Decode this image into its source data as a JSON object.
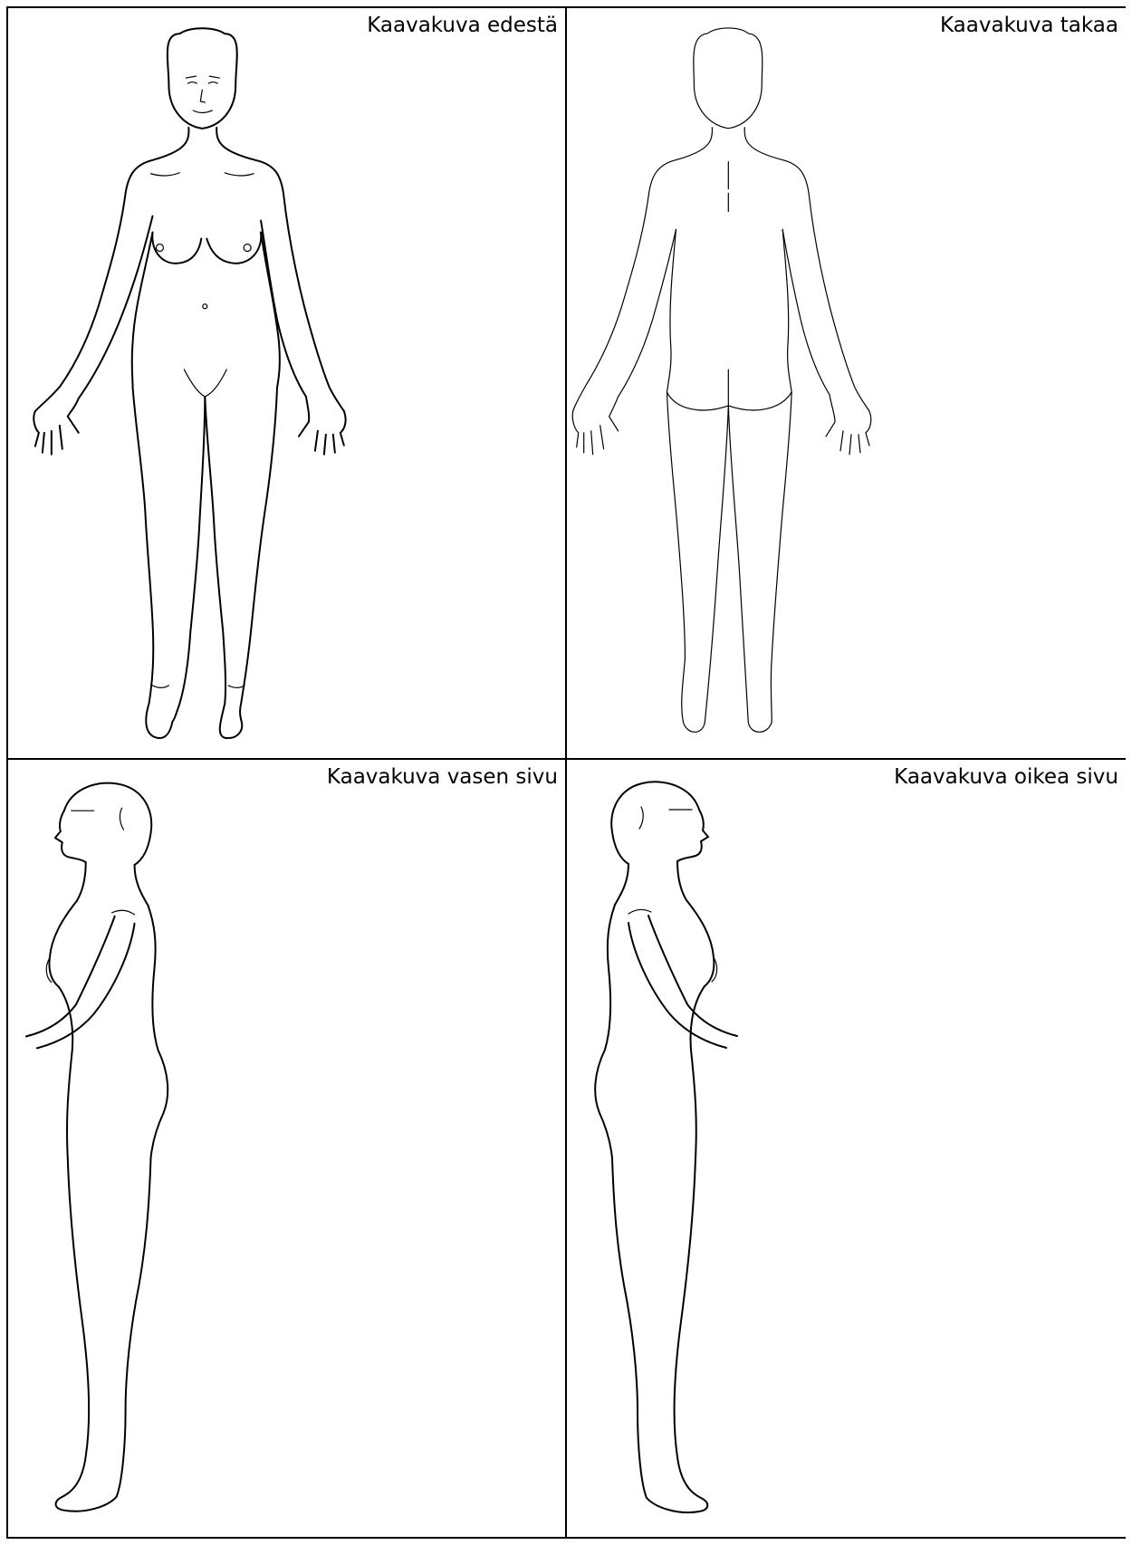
{
  "panels": {
    "front": {
      "label": "Kaavakuva edestä"
    },
    "back": {
      "label": "Kaavakuva takaa"
    },
    "left_side": {
      "label": "Kaavakuva vasen sivu"
    },
    "right_side": {
      "label": "Kaavakuva oikea sivu"
    }
  }
}
